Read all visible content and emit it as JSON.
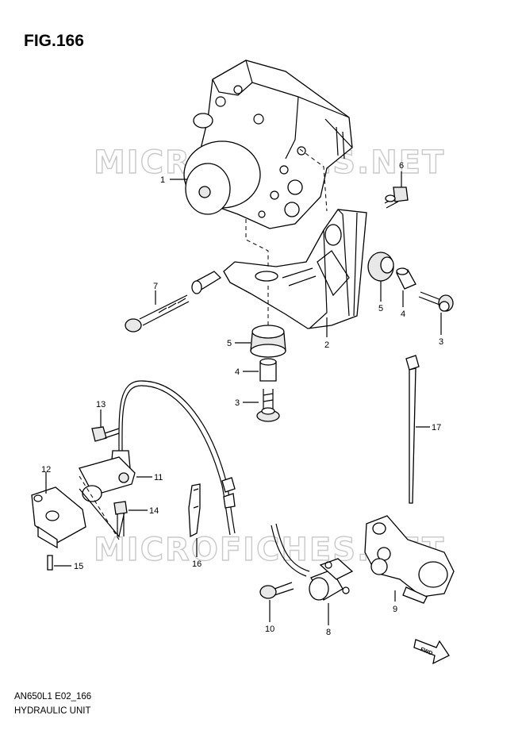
{
  "figure": {
    "title": "FIG.166"
  },
  "watermarks": [
    "MICROFICHES.NET",
    "MICROFICHES.NET"
  ],
  "callouts": [
    "1",
    "2",
    "3",
    "3",
    "4",
    "4",
    "5",
    "5",
    "6",
    "7",
    "8",
    "9",
    "10",
    "11",
    "12",
    "13",
    "14",
    "15",
    "16",
    "17"
  ],
  "direction_marker": {
    "label": "FWD"
  },
  "footer": {
    "code": "AN650L1 E02_166",
    "title": "HYDRAULIC UNIT"
  }
}
